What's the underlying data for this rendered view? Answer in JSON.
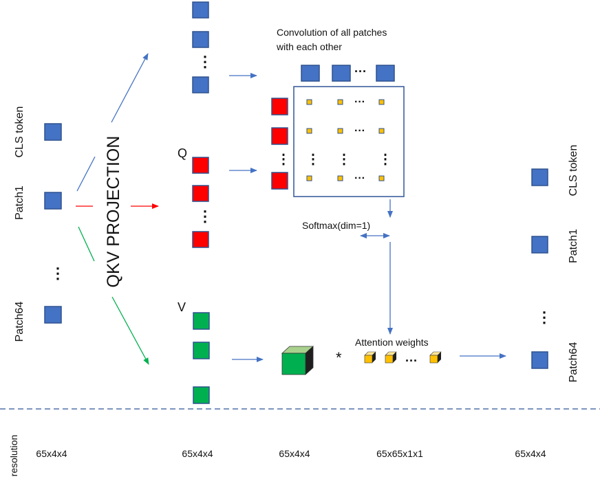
{
  "left": {
    "cls": "CLS token",
    "patch1": "Patch1",
    "patch64": "Patch64",
    "ellipsis": "⋮"
  },
  "projection": "QKV PROJECTION",
  "q_label": "Q",
  "v_label": "V",
  "conv_title_1": "Convolution of all patches",
  "conv_title_2": "with each other",
  "softmax": "Softmax(dim=1)",
  "attention": "Attention weights",
  "multiply": "*",
  "hdots": "···",
  "vdots": "⋮",
  "right": {
    "cls": "CLS token",
    "patch1": "Patch1",
    "patch64": "Patch64"
  },
  "resolution": {
    "label": "resolution",
    "values": [
      "65x4x4",
      "65x4x4",
      "65x4x4",
      "65x65x1x1",
      "65x4x4"
    ]
  },
  "colors": {
    "blue": "#4472c4",
    "red": "#ff0000",
    "green": "#00b050",
    "gold": "#ffc000",
    "arrow_red": "#ff0000",
    "arrow_green": "#00b050",
    "dash": "#2f5597"
  }
}
